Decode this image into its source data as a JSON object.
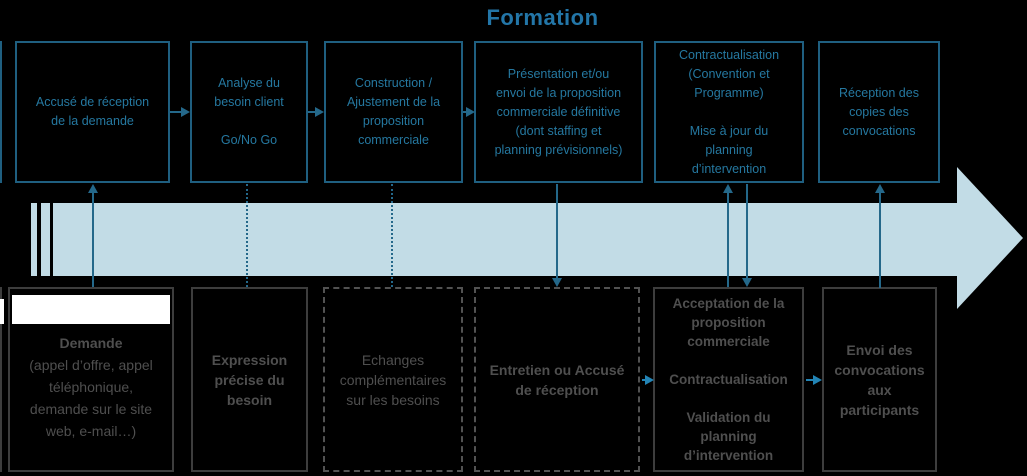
{
  "title": "Formation",
  "colors": {
    "bg": "#000000",
    "box_border": "#1f5f80",
    "box_text": "#2578a0",
    "title_text": "#2376a8",
    "arrow_fill": "#c2dce6",
    "connector": "#24688a",
    "flow_arrow": "#2384b5",
    "gray_border": "#3d3d3d",
    "gray_border_dashed": "#525252",
    "gray_text": "#4f4f4f",
    "white_bar": "#ffffff"
  },
  "top_row": {
    "boxes": [
      {
        "text": "Accusé de réception\nde la demande"
      },
      {
        "text": "Analyse du\nbesoin client\n\nGo/No Go"
      },
      {
        "text": "Construction /\nAjustement de la\nproposition\ncommerciale"
      },
      {
        "text": "Présentation et/ou\nenvoi de la proposition\ncommerciale définitive\n(dont staffing et\nplanning prévisionnels)"
      },
      {
        "text": "Contractualisation\n(Convention et\nProgramme)\n\nMise à jour du\nplanning\nd’intervention"
      },
      {
        "text": "Réception des\ncopies des\nconvocations"
      }
    ]
  },
  "bottom_row": {
    "boxes": [
      {
        "title": "Demande",
        "text": "(appel d’offre, appel\ntéléphonique,\ndemande sur le site\nweb, e-mail…)"
      },
      {
        "text": "Expression\nprécise du\nbesoin"
      },
      {
        "text": "Echanges\ncomplémentaires\nsur les besoins"
      },
      {
        "text": "Entretien ou Accusé\nde réception"
      },
      {
        "text": "Acceptation de la\nproposition\ncommerciale\n\nContractualisation\n\nValidation du\nplanning\nd’intervention"
      },
      {
        "text": "Envoi des\nconvocations\naux\nparticipants"
      }
    ]
  }
}
